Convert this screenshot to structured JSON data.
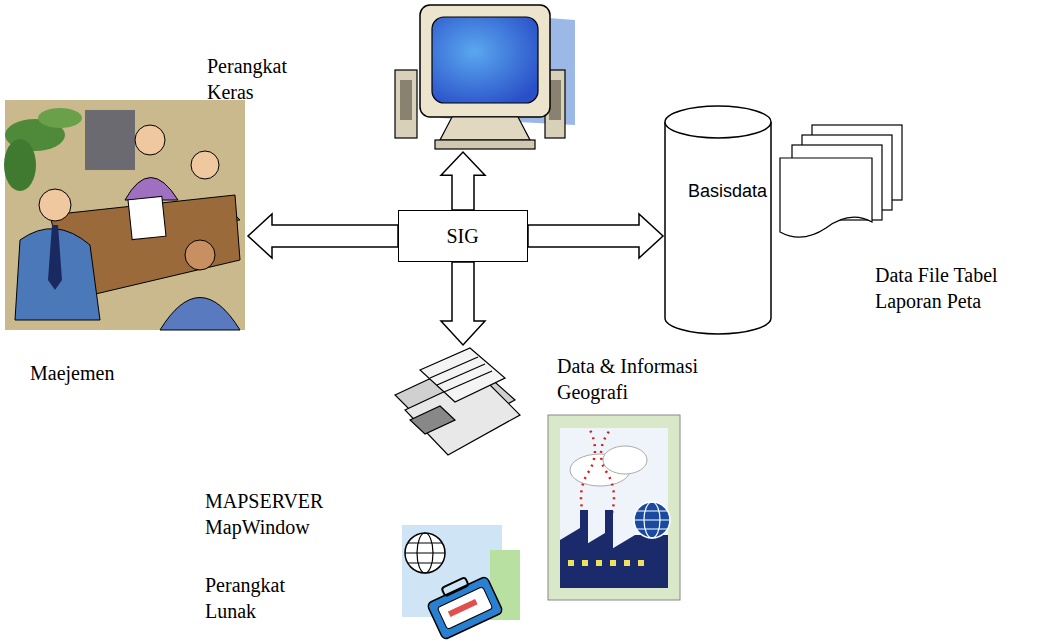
{
  "diagram": {
    "nodes": [
      {
        "text": [
          "Perangkat Keras"
        ]
      },
      {
        "text": [
          "Maejemen"
        ]
      },
      {
        "text": [
          "SIG"
        ]
      },
      {
        "text": [
          "Basisdata",
          "Data File Tabel Laporan Peta"
        ]
      },
      {
        "text": [
          "Data & Informasi Geografi"
        ]
      }
    ],
    "edges": [
      {
        "from": 2,
        "to": 0,
        "arrow": "to"
      },
      {
        "from": 2,
        "to": 1,
        "arrow": "to"
      },
      {
        "from": 2,
        "to": 3,
        "arrow": "to"
      },
      {
        "from": 2,
        "to": 4,
        "arrow": "to"
      }
    ],
    "labels": [
      "MAPSERVER MapWindow",
      "Perangkat Lunak"
    ]
  }
}
